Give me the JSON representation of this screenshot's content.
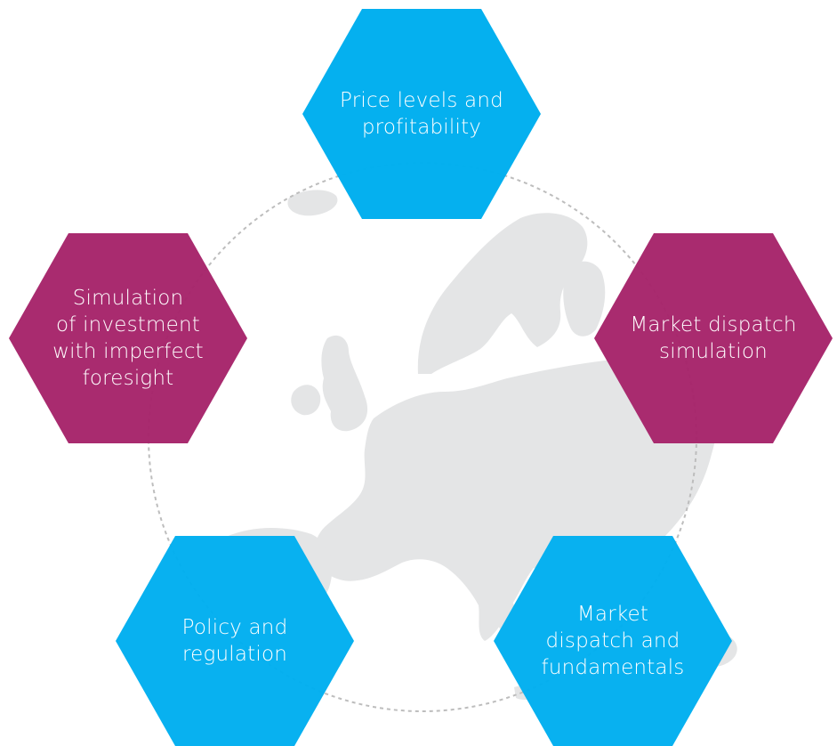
{
  "colors": {
    "blue": "#00AEEF",
    "magenta": "#A6246A",
    "map": "#E4E5E6",
    "circle": "#BDBDBD"
  },
  "nodes": [
    {
      "id": "price",
      "lines": [
        "Price levels and",
        "profitability"
      ],
      "color": "blue"
    },
    {
      "id": "dispatch-sim",
      "lines": [
        "Market dispatch",
        "simulation"
      ],
      "color": "magenta"
    },
    {
      "id": "fundamentals",
      "lines": [
        "Market",
        "dispatch and",
        "fundamentals"
      ],
      "color": "blue"
    },
    {
      "id": "policy",
      "lines": [
        "Policy and",
        "regulation"
      ],
      "color": "blue"
    },
    {
      "id": "investment",
      "lines": [
        "Simulation",
        "of investment",
        "with imperfect",
        "foresight"
      ],
      "color": "magenta"
    }
  ]
}
